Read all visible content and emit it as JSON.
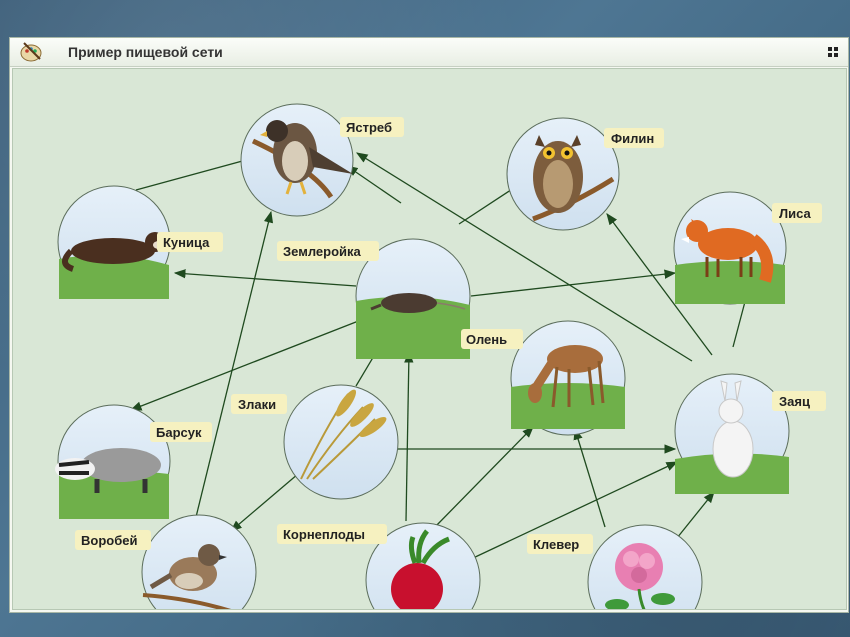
{
  "window": {
    "title": "Пример пищевой сети"
  },
  "nodes": {
    "hawk": "Ястреб",
    "owl": "Филин",
    "marten": "Куница",
    "shrew": "Землеройка",
    "fox": "Лиса",
    "deer": "Олень",
    "badger": "Барсук",
    "grass": "Злаки",
    "hare": "Заяц",
    "sparrow": "Воробей",
    "roots": "Корнеплоды",
    "clover": "Клевер"
  },
  "colors": {
    "arrow": "#1f4a1f",
    "circle_fill": "#dbeaf5",
    "ground": "#6fb04a",
    "label_tab": "#f6f1c0"
  }
}
